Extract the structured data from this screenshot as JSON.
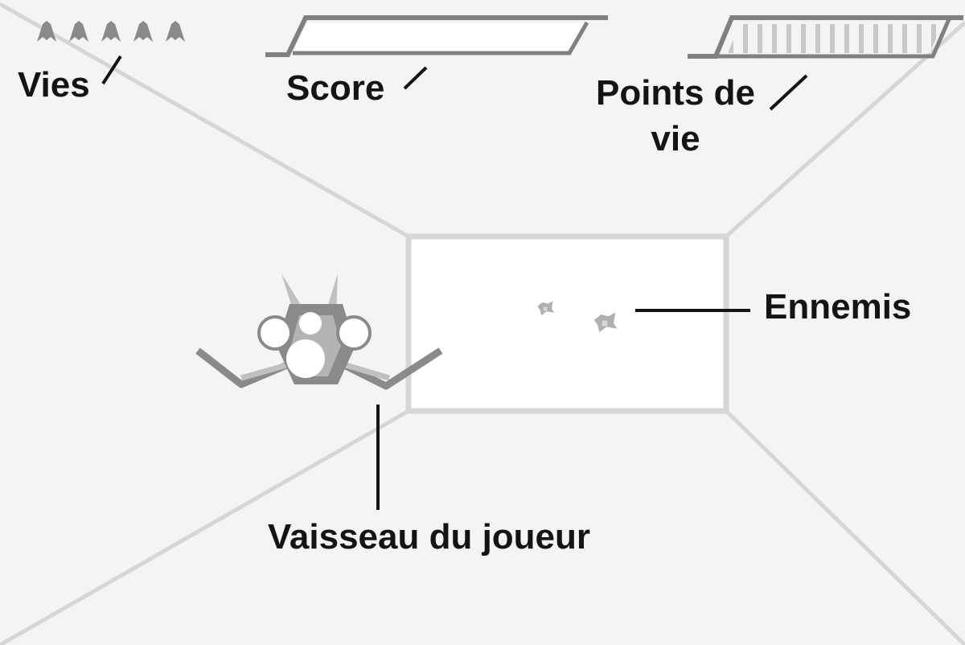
{
  "hud": {
    "lives_label": "Vies",
    "lives_count": 5,
    "score_label": "Score",
    "health_label": "Points de vie"
  },
  "scene": {
    "enemies_label": "Ennemis",
    "enemy_count": 2,
    "player_ship_label": "Vaisseau du joueur"
  },
  "colors": {
    "background": "#f4f4f4",
    "corridor_lines": "#d6d6d6",
    "hud_frame": "#808080",
    "health_stripes": "#c8c8c8",
    "label_text": "#141414",
    "ship_dark": "#8a8a8a",
    "ship_light": "#c0c0c0"
  }
}
